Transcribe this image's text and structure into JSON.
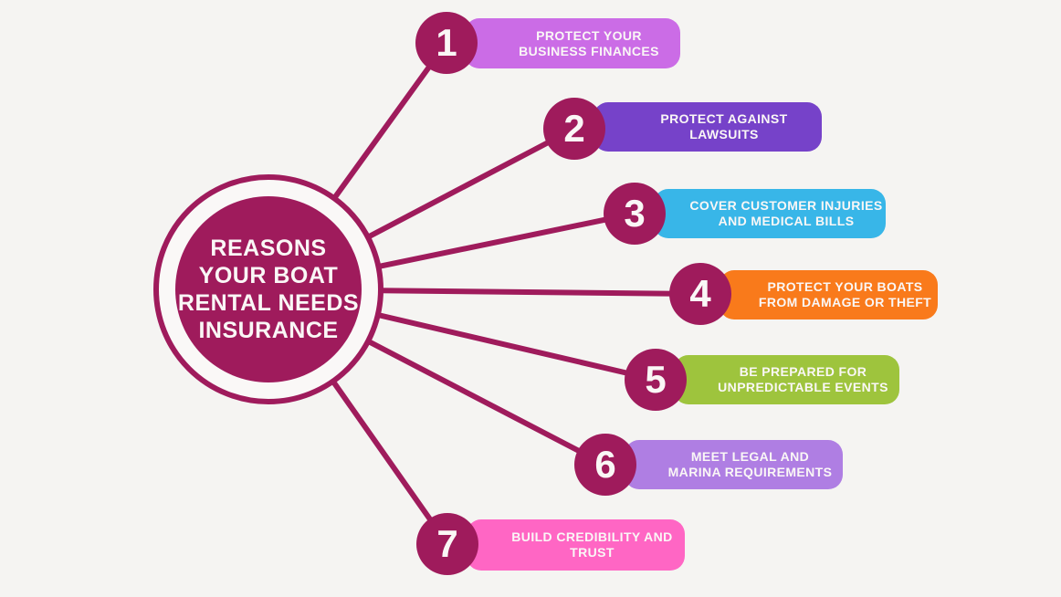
{
  "colors": {
    "background": "#F5F4F2",
    "accent_magenta": "#9F1B5C",
    "white_text": "#FAF7F6",
    "ring_white": "#FAF8F7"
  },
  "center_circle": {
    "title": "REASONS YOUR BOAT RENTAL NEEDS INSURANCE",
    "title_lines": [
      "REASONS",
      "YOUR BOAT",
      "RENTAL NEEDS",
      "INSURANCE"
    ]
  },
  "items": [
    {
      "number": "1",
      "label": "PROTECT YOUR BUSINESS FINANCES",
      "label_lines": [
        "PROTECT YOUR",
        "BUSINESS FINANCES"
      ],
      "pill_color": "#CB6CE6"
    },
    {
      "number": "2",
      "label": "PROTECT AGAINST LAWSUITS",
      "label_lines": [
        "PROTECT AGAINST",
        "LAWSUITS"
      ],
      "pill_color": "#7642C9"
    },
    {
      "number": "3",
      "label": "COVER CUSTOMER INJURIES AND MEDICAL BILLS",
      "label_lines": [
        "COVER CUSTOMER INJURIES",
        "AND MEDICAL BILLS"
      ],
      "pill_color": "#38B6E8"
    },
    {
      "number": "4",
      "label": "PROTECT YOUR BOATS FROM DAMAGE OR THEFT",
      "label_lines": [
        "PROTECT YOUR BOATS",
        "FROM DAMAGE OR THEFT"
      ],
      "pill_color": "#F97A1B"
    },
    {
      "number": "5",
      "label": "BE PREPARED FOR UNPREDICTABLE EVENTS",
      "label_lines": [
        "BE PREPARED FOR",
        "UNPREDICTABLE EVENTS"
      ],
      "pill_color": "#9EC43D"
    },
    {
      "number": "6",
      "label": "MEET LEGAL AND MARINA REQUIREMENTS",
      "label_lines": [
        "MEET LEGAL AND",
        "MARINA REQUIREMENTS"
      ],
      "pill_color": "#AF7EE3"
    },
    {
      "number": "7",
      "label": "BUILD CREDIBILITY AND TRUST",
      "label_lines": [
        "BUILD CREDIBILITY AND",
        "TRUST"
      ],
      "pill_color": "#FF66C4"
    }
  ]
}
